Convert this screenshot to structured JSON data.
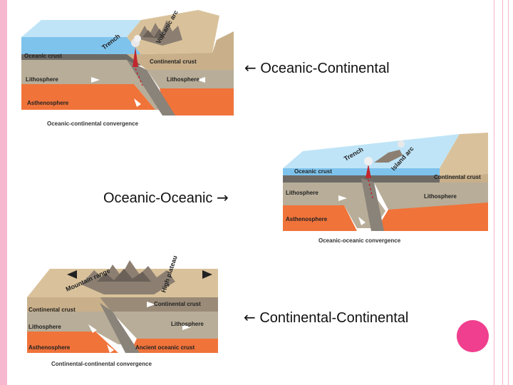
{
  "labels": {
    "oc": "Oceanic-Continental",
    "oo": "Oceanic-Oceanic",
    "cc": "Continental-Continental"
  },
  "diagram1": {
    "trench": "Trench",
    "volcanic_arc": "Volcanic arc",
    "oceanic_crust": "Oceanic crust",
    "continental_crust": "Continental crust",
    "lithosphere_left": "Lithosphere",
    "lithosphere_right": "Lithosphere",
    "asthenosphere": "Asthenosphere",
    "caption": "Oceanic-continental convergence"
  },
  "diagram2": {
    "trench": "Trench",
    "island_arc": "Island arc",
    "oceanic_crust": "Oceanic crust",
    "continental_crust": "Continental crust",
    "lithosphere_left": "Lithosphere",
    "lithosphere_right": "Lithosphere",
    "asthenosphere": "Asthenosphere",
    "caption": "Oceanic-oceanic convergence"
  },
  "diagram3": {
    "mountain_range": "Mountain range",
    "high_plateau": "High plateau",
    "continental_crust_left": "Continental crust",
    "continental_crust_right": "Continental crust",
    "lithosphere_left": "Lithosphere",
    "lithosphere_right": "Lithosphere",
    "asthenosphere": "Asthenosphere",
    "ancient_oceanic_crust": "Ancient oceanic crust",
    "caption": "Continental-continental convergence"
  },
  "colors": {
    "ocean": "#7ec3ec",
    "crust": "#c9b08a",
    "lithosphere": "#b8ad98",
    "asthenosphere": "#f0733a",
    "accent_dot": "#f03f8e"
  }
}
